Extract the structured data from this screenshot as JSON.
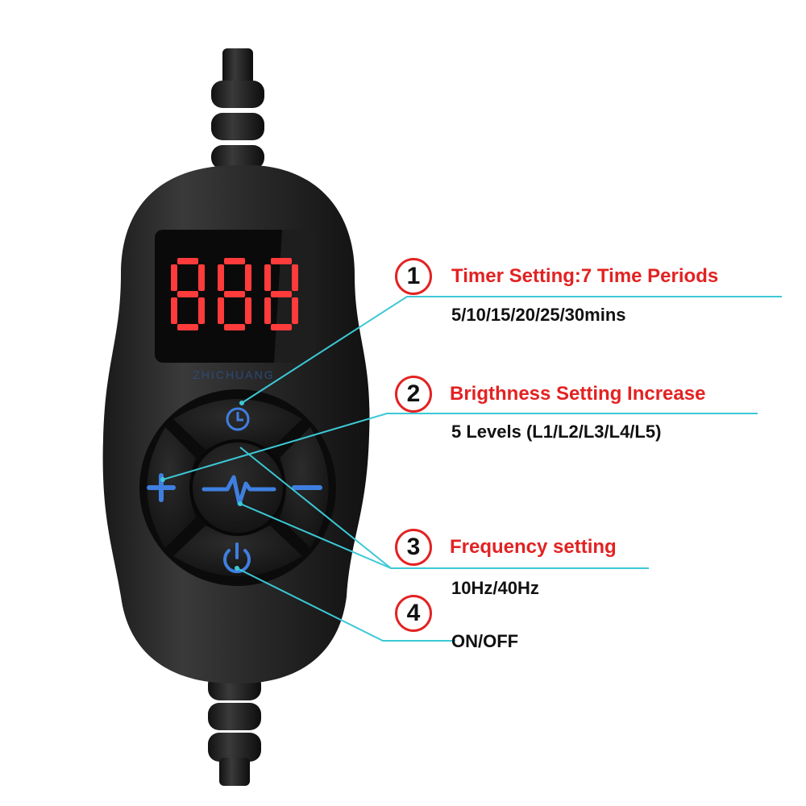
{
  "display": {
    "digits": "888"
  },
  "brand_text": "ZHICHUANG",
  "colors": {
    "accent_red": "#e32222",
    "line_cyan": "#3cc8d6",
    "button_blue": "#3f7fe0",
    "led_red": "#ff3b3b"
  },
  "icons": [
    "clock-icon",
    "plus-icon",
    "pulse-icon",
    "minus-icon",
    "power-icon"
  ],
  "callouts": [
    {
      "number": "1",
      "title": "Timer Setting:7 Time Periods",
      "detail": "5/10/15/20/25/30mins"
    },
    {
      "number": "2",
      "title": "Brigthness Setting Increase",
      "detail": "5 Levels (L1/L2/L3/L4/L5)"
    },
    {
      "number": "3",
      "title": "Frequency setting",
      "detail": "10Hz/40Hz"
    },
    {
      "number": "4",
      "title": "ON/OFF",
      "detail": ""
    }
  ]
}
